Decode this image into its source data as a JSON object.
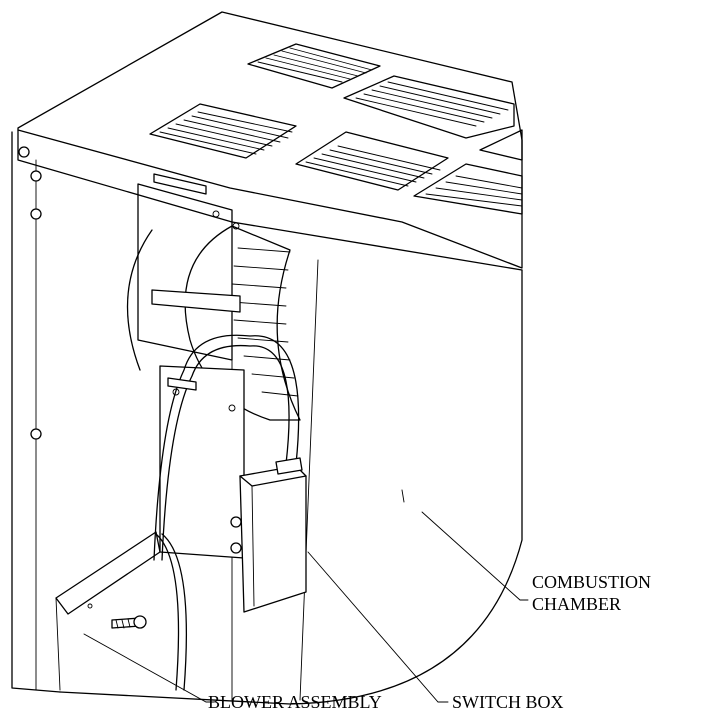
{
  "labels": {
    "combustion_line1": "COMBUSTION",
    "combustion_line2": "CHAMBER",
    "blower": "BLOWER ASSEMBLY",
    "switch_box": "SWITCH BOX"
  },
  "colors": {
    "line": "#000000",
    "background": "#ffffff"
  }
}
